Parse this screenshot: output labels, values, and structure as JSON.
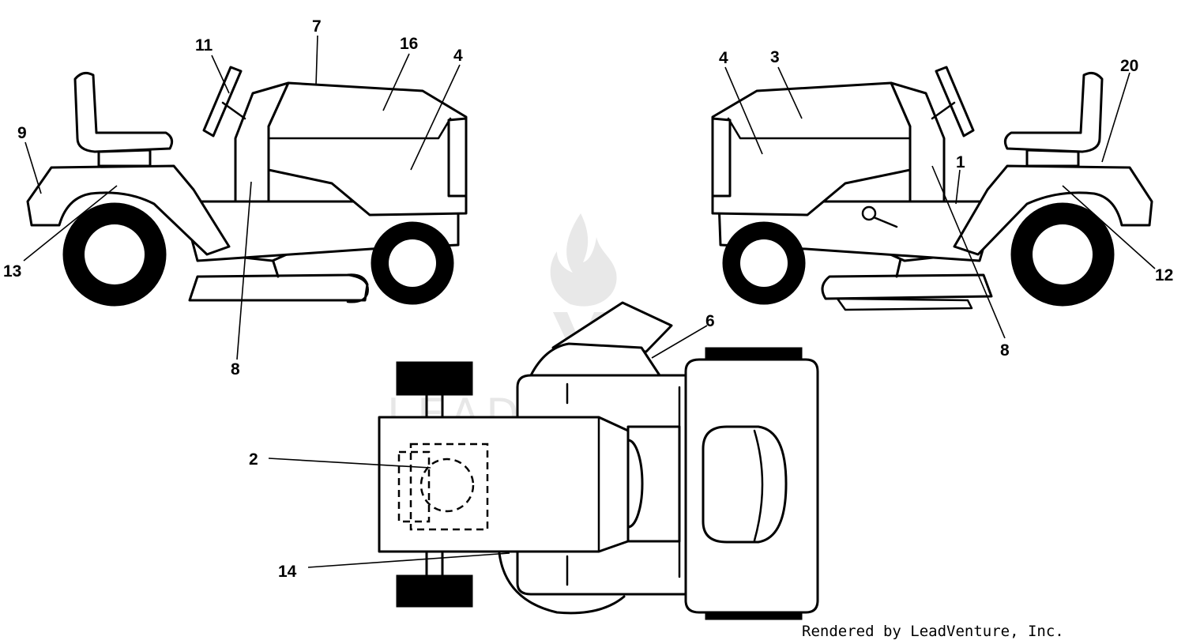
{
  "diagram": {
    "callouts": [
      {
        "id": "c-11",
        "label": "11"
      },
      {
        "id": "c-7",
        "label": "7"
      },
      {
        "id": "c-16",
        "label": "16"
      },
      {
        "id": "c-4-left",
        "label": "4"
      },
      {
        "id": "c-9",
        "label": "9"
      },
      {
        "id": "c-13",
        "label": "13"
      },
      {
        "id": "c-8-left",
        "label": "8"
      },
      {
        "id": "c-4-right",
        "label": "4"
      },
      {
        "id": "c-3",
        "label": "3"
      },
      {
        "id": "c-20",
        "label": "20"
      },
      {
        "id": "c-1",
        "label": "1"
      },
      {
        "id": "c-12",
        "label": "12"
      },
      {
        "id": "c-8-right",
        "label": "8"
      },
      {
        "id": "c-6",
        "label": "6"
      },
      {
        "id": "c-2",
        "label": "2"
      },
      {
        "id": "c-14",
        "label": "14"
      }
    ],
    "watermark": "LEADVENTURE",
    "credit": "Rendered by LeadVenture, Inc."
  }
}
